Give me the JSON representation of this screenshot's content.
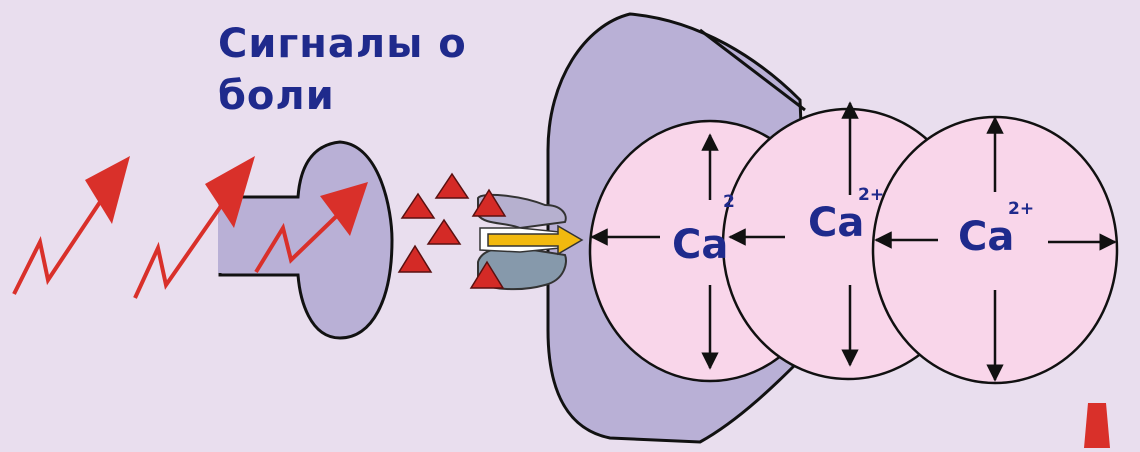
{
  "title": {
    "line1": "Сигналы о",
    "line2": "боли"
  },
  "labels": {
    "ca1_symbol": "Ca",
    "ca1_charge": "2",
    "ca2_symbol": "Ca",
    "ca2_charge": "2+",
    "ca3_symbol": "Ca",
    "ca3_charge": "2+"
  },
  "colors": {
    "background": "#e9deee",
    "neuron": "#b9b0d6",
    "vesicle": "#f9d6ea",
    "signal_arrow": "#d9302a",
    "neurotransmitter": "#d42a26",
    "flow_arrow": "#f2b90f",
    "text": "#1f2a8c"
  },
  "icons": {
    "pain_signal": "zigzag-arrow-icon",
    "neurotransmitter": "triangle-icon",
    "receptor": "channel-icon"
  }
}
